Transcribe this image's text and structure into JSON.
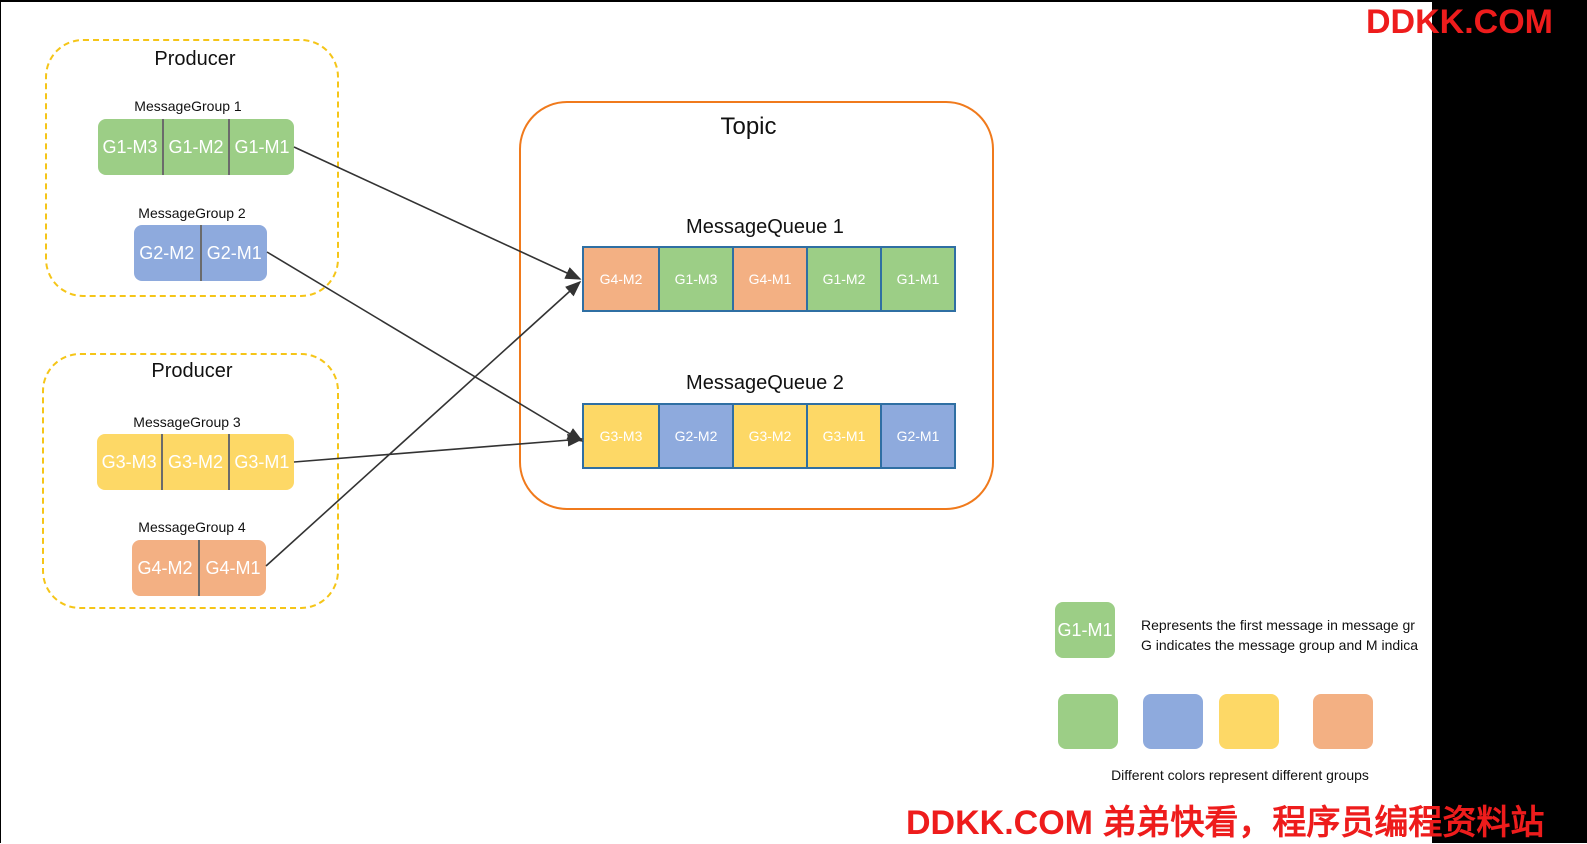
{
  "colors": {
    "green": "#9cce86",
    "blue": "#8eaadd",
    "yellow": "#fdd866",
    "orange": "#f3b083",
    "producer_border": "#f5c518",
    "topic_border": "#f07a1c",
    "queue_border": "#2f6fa3",
    "arrow": "#333333",
    "watermark": "#ee1c1c"
  },
  "producers": [
    {
      "title": "Producer",
      "groups": [
        {
          "label": "MessageGroup 1",
          "color": "#9cce86",
          "messages": [
            "G1-M3",
            "G1-M2",
            "G1-M1"
          ]
        },
        {
          "label": "MessageGroup 2",
          "color": "#8eaadd",
          "messages": [
            "G2-M2",
            "G2-M1"
          ]
        }
      ]
    },
    {
      "title": "Producer",
      "groups": [
        {
          "label": "MessageGroup 3",
          "color": "#fdd866",
          "messages": [
            "G3-M3",
            "G3-M2",
            "G3-M1"
          ]
        },
        {
          "label": "MessageGroup 4",
          "color": "#f3b083",
          "messages": [
            "G4-M2",
            "G4-M1"
          ]
        }
      ]
    }
  ],
  "topic": {
    "title": "Topic",
    "queues": [
      {
        "title": "MessageQueue 1",
        "messages": [
          {
            "label": "G4-M2",
            "color": "#f3b083"
          },
          {
            "label": "G1-M3",
            "color": "#9cce86"
          },
          {
            "label": "G4-M1",
            "color": "#f3b083"
          },
          {
            "label": "G1-M2",
            "color": "#9cce86"
          },
          {
            "label": "G1-M1",
            "color": "#9cce86"
          }
        ]
      },
      {
        "title": "MessageQueue 2",
        "messages": [
          {
            "label": "G3-M3",
            "color": "#fdd866"
          },
          {
            "label": "G2-M2",
            "color": "#8eaadd"
          },
          {
            "label": "G3-M2",
            "color": "#fdd866"
          },
          {
            "label": "G3-M1",
            "color": "#fdd866"
          },
          {
            "label": "G2-M1",
            "color": "#8eaadd"
          }
        ]
      }
    ]
  },
  "legend": {
    "sample_label": "G1-M1",
    "line1": "Represents the first message in message gr",
    "line2": "G indicates the message group and M indica",
    "colors_caption": "Different colors represent different groups"
  },
  "watermark": {
    "top": "DDKK.COM",
    "bottom": "DDKK.COM 弟弟快看，程序员编程资料站"
  }
}
